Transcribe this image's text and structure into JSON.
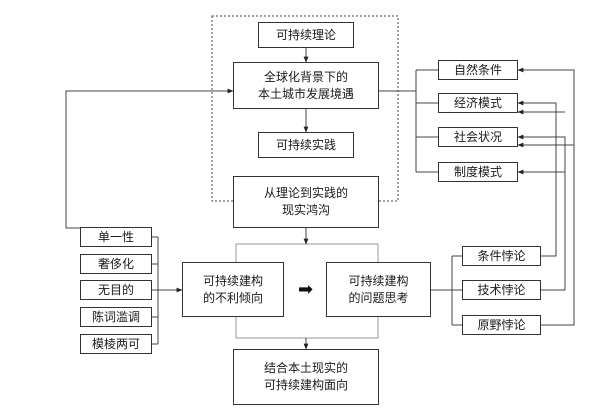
{
  "nodes": {
    "sustain_theory": "可持续理论",
    "global_context": "全球化背景下的\n本土城市发展境遇",
    "sustain_practice": "可持续实践",
    "gap": "从理论到实践的\n现实鸿沟",
    "unfavorable": "可持续建构\n的不利倾向",
    "problem_thinking": "可持续建构\n的问题思考",
    "combine": "结合本土现实的\n可持续建构面向"
  },
  "left_items": [
    "单一性",
    "奢侈化",
    "无目的",
    "陈词滥调",
    "模棱两可"
  ],
  "right_conditions": [
    "自然条件",
    "经济模式",
    "社会状况",
    "制度模式"
  ],
  "paradoxes": [
    "条件悖论",
    "技术悖论",
    "原野悖论"
  ],
  "transition_arrow": "arrow-right-bold"
}
